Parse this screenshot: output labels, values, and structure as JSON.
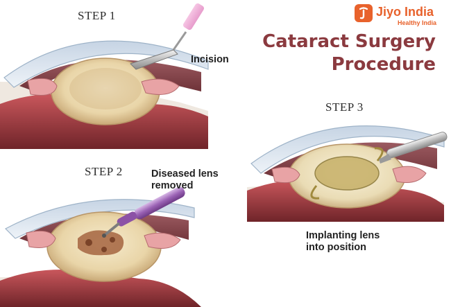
{
  "brand": {
    "name": "Jiyo India",
    "tagline": "Healthy India",
    "color": "#e8622c"
  },
  "title": {
    "line1": "Cataract Surgery",
    "line2": "Procedure",
    "color": "#8b3a3f"
  },
  "steps": [
    {
      "label": "STEP 1",
      "caption_lines": [
        "Incision"
      ],
      "tool": "scalpel",
      "lens_state": "cloudy-lens"
    },
    {
      "label": "STEP 2",
      "caption_lines": [
        "Diseased lens",
        "removed"
      ],
      "tool": "phaco-probe",
      "lens_state": "lens-being-removed"
    },
    {
      "label": "STEP 3",
      "caption_lines": [
        "Implanting lens",
        "into position"
      ],
      "tool": "injector",
      "lens_state": "artificial-lens"
    }
  ],
  "palette": {
    "cornea": "#dbe6f0",
    "sclera": "#efe8e0",
    "iris": "#8a4a50",
    "tissue": "#7e2d33",
    "lens": "#e9d5a8"
  }
}
